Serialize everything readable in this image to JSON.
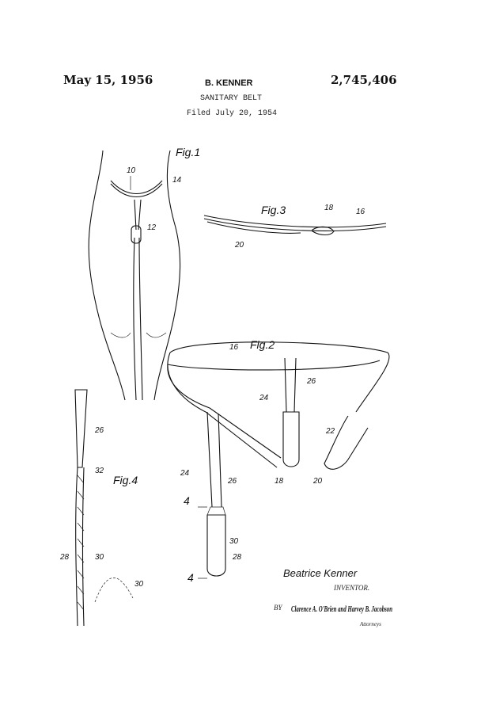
{
  "header": {
    "date": "May 15, 1956",
    "inventor_short": "B. KENNER",
    "title": "SANITARY BELT",
    "filed": "Filed July 20, 1954",
    "patent_number": "2,745,406"
  },
  "figures": {
    "fig1": {
      "label": "Fig.1",
      "refs": [
        "10",
        "14",
        "12"
      ]
    },
    "fig2": {
      "label": "Fig.2",
      "refs": [
        "16",
        "26",
        "24",
        "22",
        "18",
        "20",
        "24",
        "26",
        "4",
        "30",
        "28",
        "4"
      ]
    },
    "fig3": {
      "label": "Fig.3",
      "refs": [
        "18",
        "16",
        "20"
      ]
    },
    "fig4": {
      "label": "Fig.4",
      "refs": [
        "26",
        "32",
        "30",
        "28",
        "30"
      ]
    }
  },
  "signature_block": {
    "inventor_name": "Beatrice Kenner",
    "inventor_label": "INVENTOR.",
    "by": "BY",
    "attorney_signature": "Clarence A. O'Brien and Harvey B. Jacobson",
    "attorneys_label": "Attorneys"
  }
}
